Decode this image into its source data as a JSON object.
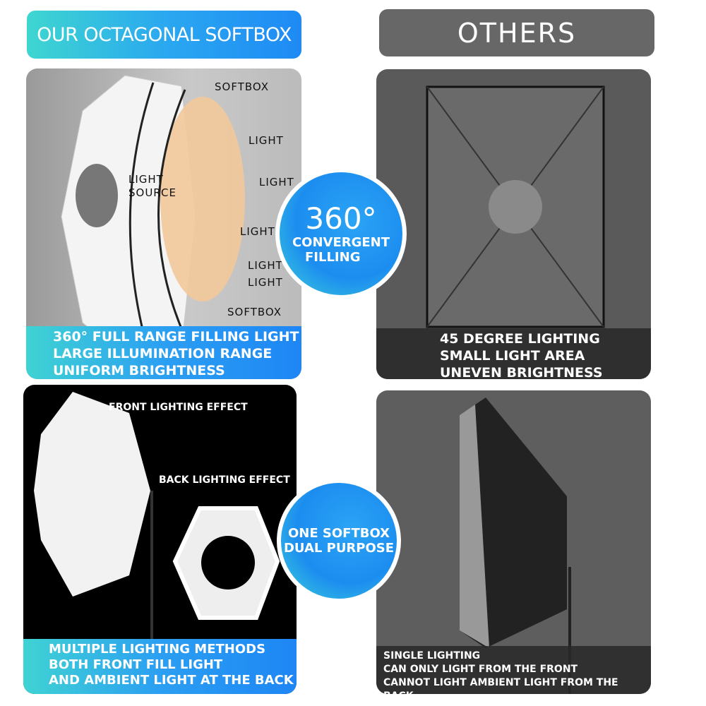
{
  "headers": {
    "ours": "OUR OCTAGONAL SOFTBOX",
    "others": "OTHERS"
  },
  "panel_tl": {
    "labels": [
      "SOFTBOX",
      "LIGHT",
      "LIGHT",
      "LIGHT SOURCE",
      "LIGHT",
      "LIGHT",
      "LIGHT",
      "SOFTBOX"
    ],
    "caption": [
      "360° FULL RANGE FILLING LIGHT",
      "LARGE ILLUMINATION RANGE",
      "UNIFORM BRIGHTNESS"
    ]
  },
  "panel_tr": {
    "caption": [
      "45 DEGREE LIGHTING",
      "SMALL LIGHT AREA",
      "UNEVEN BRIGHTNESS"
    ]
  },
  "badge1": {
    "big": "360°",
    "line1": "CONVERGENT",
    "line2": "FILLING"
  },
  "panel_bl": {
    "front": "FRONT LIGHTING EFFECT",
    "back": "BACK LIGHTING EFFECT",
    "caption": [
      "MULTIPLE LIGHTING METHODS",
      "BOTH FRONT FILL LIGHT",
      "AND AMBIENT LIGHT AT THE BACK"
    ]
  },
  "panel_br": {
    "caption": [
      "SINGLE LIGHTING",
      "CAN ONLY LIGHT FROM THE FRONT",
      "CANNOT LIGHT AMBIENT LIGHT FROM THE BACK"
    ]
  },
  "badge2": {
    "line1": "ONE SOFTBOX",
    "line2": "DUAL PURPOSE"
  }
}
